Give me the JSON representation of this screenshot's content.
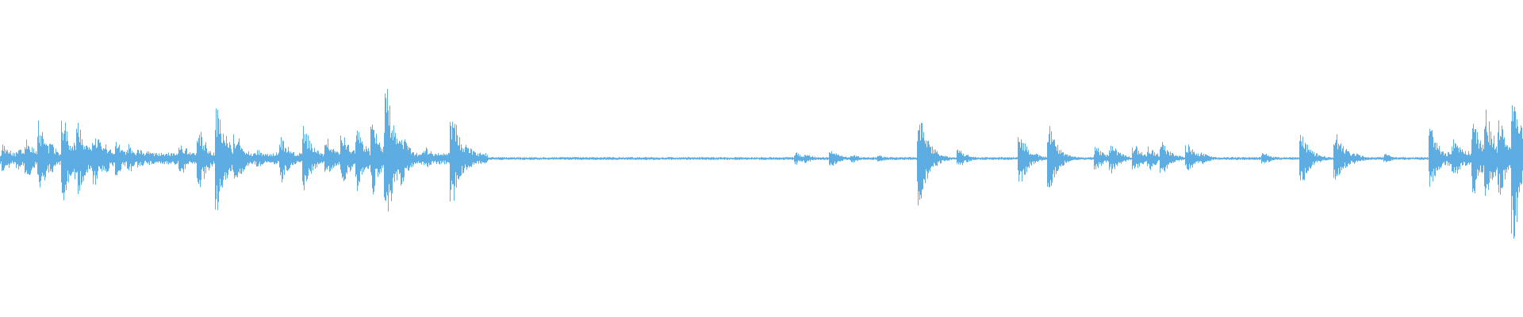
{
  "waveform": {
    "color": "#5DADE2",
    "background": "#FFFFFF",
    "baseline_amplitude": 0.01,
    "peaks": [
      {
        "t": 0.003,
        "amp": 0.1
      },
      {
        "t": 0.012,
        "amp": 0.08
      },
      {
        "t": 0.018,
        "amp": 0.14
      },
      {
        "t": 0.026,
        "amp": 0.26
      },
      {
        "t": 0.034,
        "amp": 0.1
      },
      {
        "t": 0.042,
        "amp": 0.28
      },
      {
        "t": 0.05,
        "amp": 0.14
      },
      {
        "t": 0.052,
        "amp": 0.24
      },
      {
        "t": 0.062,
        "amp": 0.2
      },
      {
        "t": 0.07,
        "amp": 0.1
      },
      {
        "t": 0.077,
        "amp": 0.12
      },
      {
        "t": 0.085,
        "amp": 0.1
      },
      {
        "t": 0.092,
        "amp": 0.06
      },
      {
        "t": 0.098,
        "amp": 0.05
      },
      {
        "t": 0.119,
        "amp": 0.12
      },
      {
        "t": 0.131,
        "amp": 0.22
      },
      {
        "t": 0.143,
        "amp": 0.4
      },
      {
        "t": 0.155,
        "amp": 0.18
      },
      {
        "t": 0.17,
        "amp": 0.06
      },
      {
        "t": 0.185,
        "amp": 0.16
      },
      {
        "t": 0.2,
        "amp": 0.22
      },
      {
        "t": 0.215,
        "amp": 0.14
      },
      {
        "t": 0.225,
        "amp": 0.2
      },
      {
        "t": 0.235,
        "amp": 0.22
      },
      {
        "t": 0.245,
        "amp": 0.24
      },
      {
        "t": 0.254,
        "amp": 0.48
      },
      {
        "t": 0.264,
        "amp": 0.18
      },
      {
        "t": 0.28,
        "amp": 0.08
      },
      {
        "t": 0.297,
        "amp": 0.34
      },
      {
        "t": 0.307,
        "amp": 0.1
      }
    ],
    "quiet_start": 0.32,
    "quiet_end": 0.52,
    "peaks_late": [
      {
        "t": 0.523,
        "amp": 0.04
      },
      {
        "t": 0.53,
        "amp": 0.03
      },
      {
        "t": 0.546,
        "amp": 0.06
      },
      {
        "t": 0.56,
        "amp": 0.03
      },
      {
        "t": 0.578,
        "amp": 0.02
      },
      {
        "t": 0.604,
        "amp": 0.32
      },
      {
        "t": 0.63,
        "amp": 0.06
      },
      {
        "t": 0.67,
        "amp": 0.18
      },
      {
        "t": 0.689,
        "amp": 0.22
      },
      {
        "t": 0.72,
        "amp": 0.08
      },
      {
        "t": 0.73,
        "amp": 0.1
      },
      {
        "t": 0.745,
        "amp": 0.1
      },
      {
        "t": 0.755,
        "amp": 0.08
      },
      {
        "t": 0.763,
        "amp": 0.12
      },
      {
        "t": 0.78,
        "amp": 0.1
      },
      {
        "t": 0.79,
        "amp": 0.04
      },
      {
        "t": 0.83,
        "amp": 0.04
      },
      {
        "t": 0.855,
        "amp": 0.18
      },
      {
        "t": 0.877,
        "amp": 0.2
      },
      {
        "t": 0.89,
        "amp": 0.04
      },
      {
        "t": 0.91,
        "amp": 0.03
      },
      {
        "t": 0.94,
        "amp": 0.2
      },
      {
        "t": 0.955,
        "amp": 0.14
      },
      {
        "t": 0.968,
        "amp": 0.24
      },
      {
        "t": 0.976,
        "amp": 0.34
      },
      {
        "t": 0.985,
        "amp": 0.26
      },
      {
        "t": 0.994,
        "amp": 0.58
      },
      {
        "t": 0.999,
        "amp": 0.18
      }
    ]
  }
}
